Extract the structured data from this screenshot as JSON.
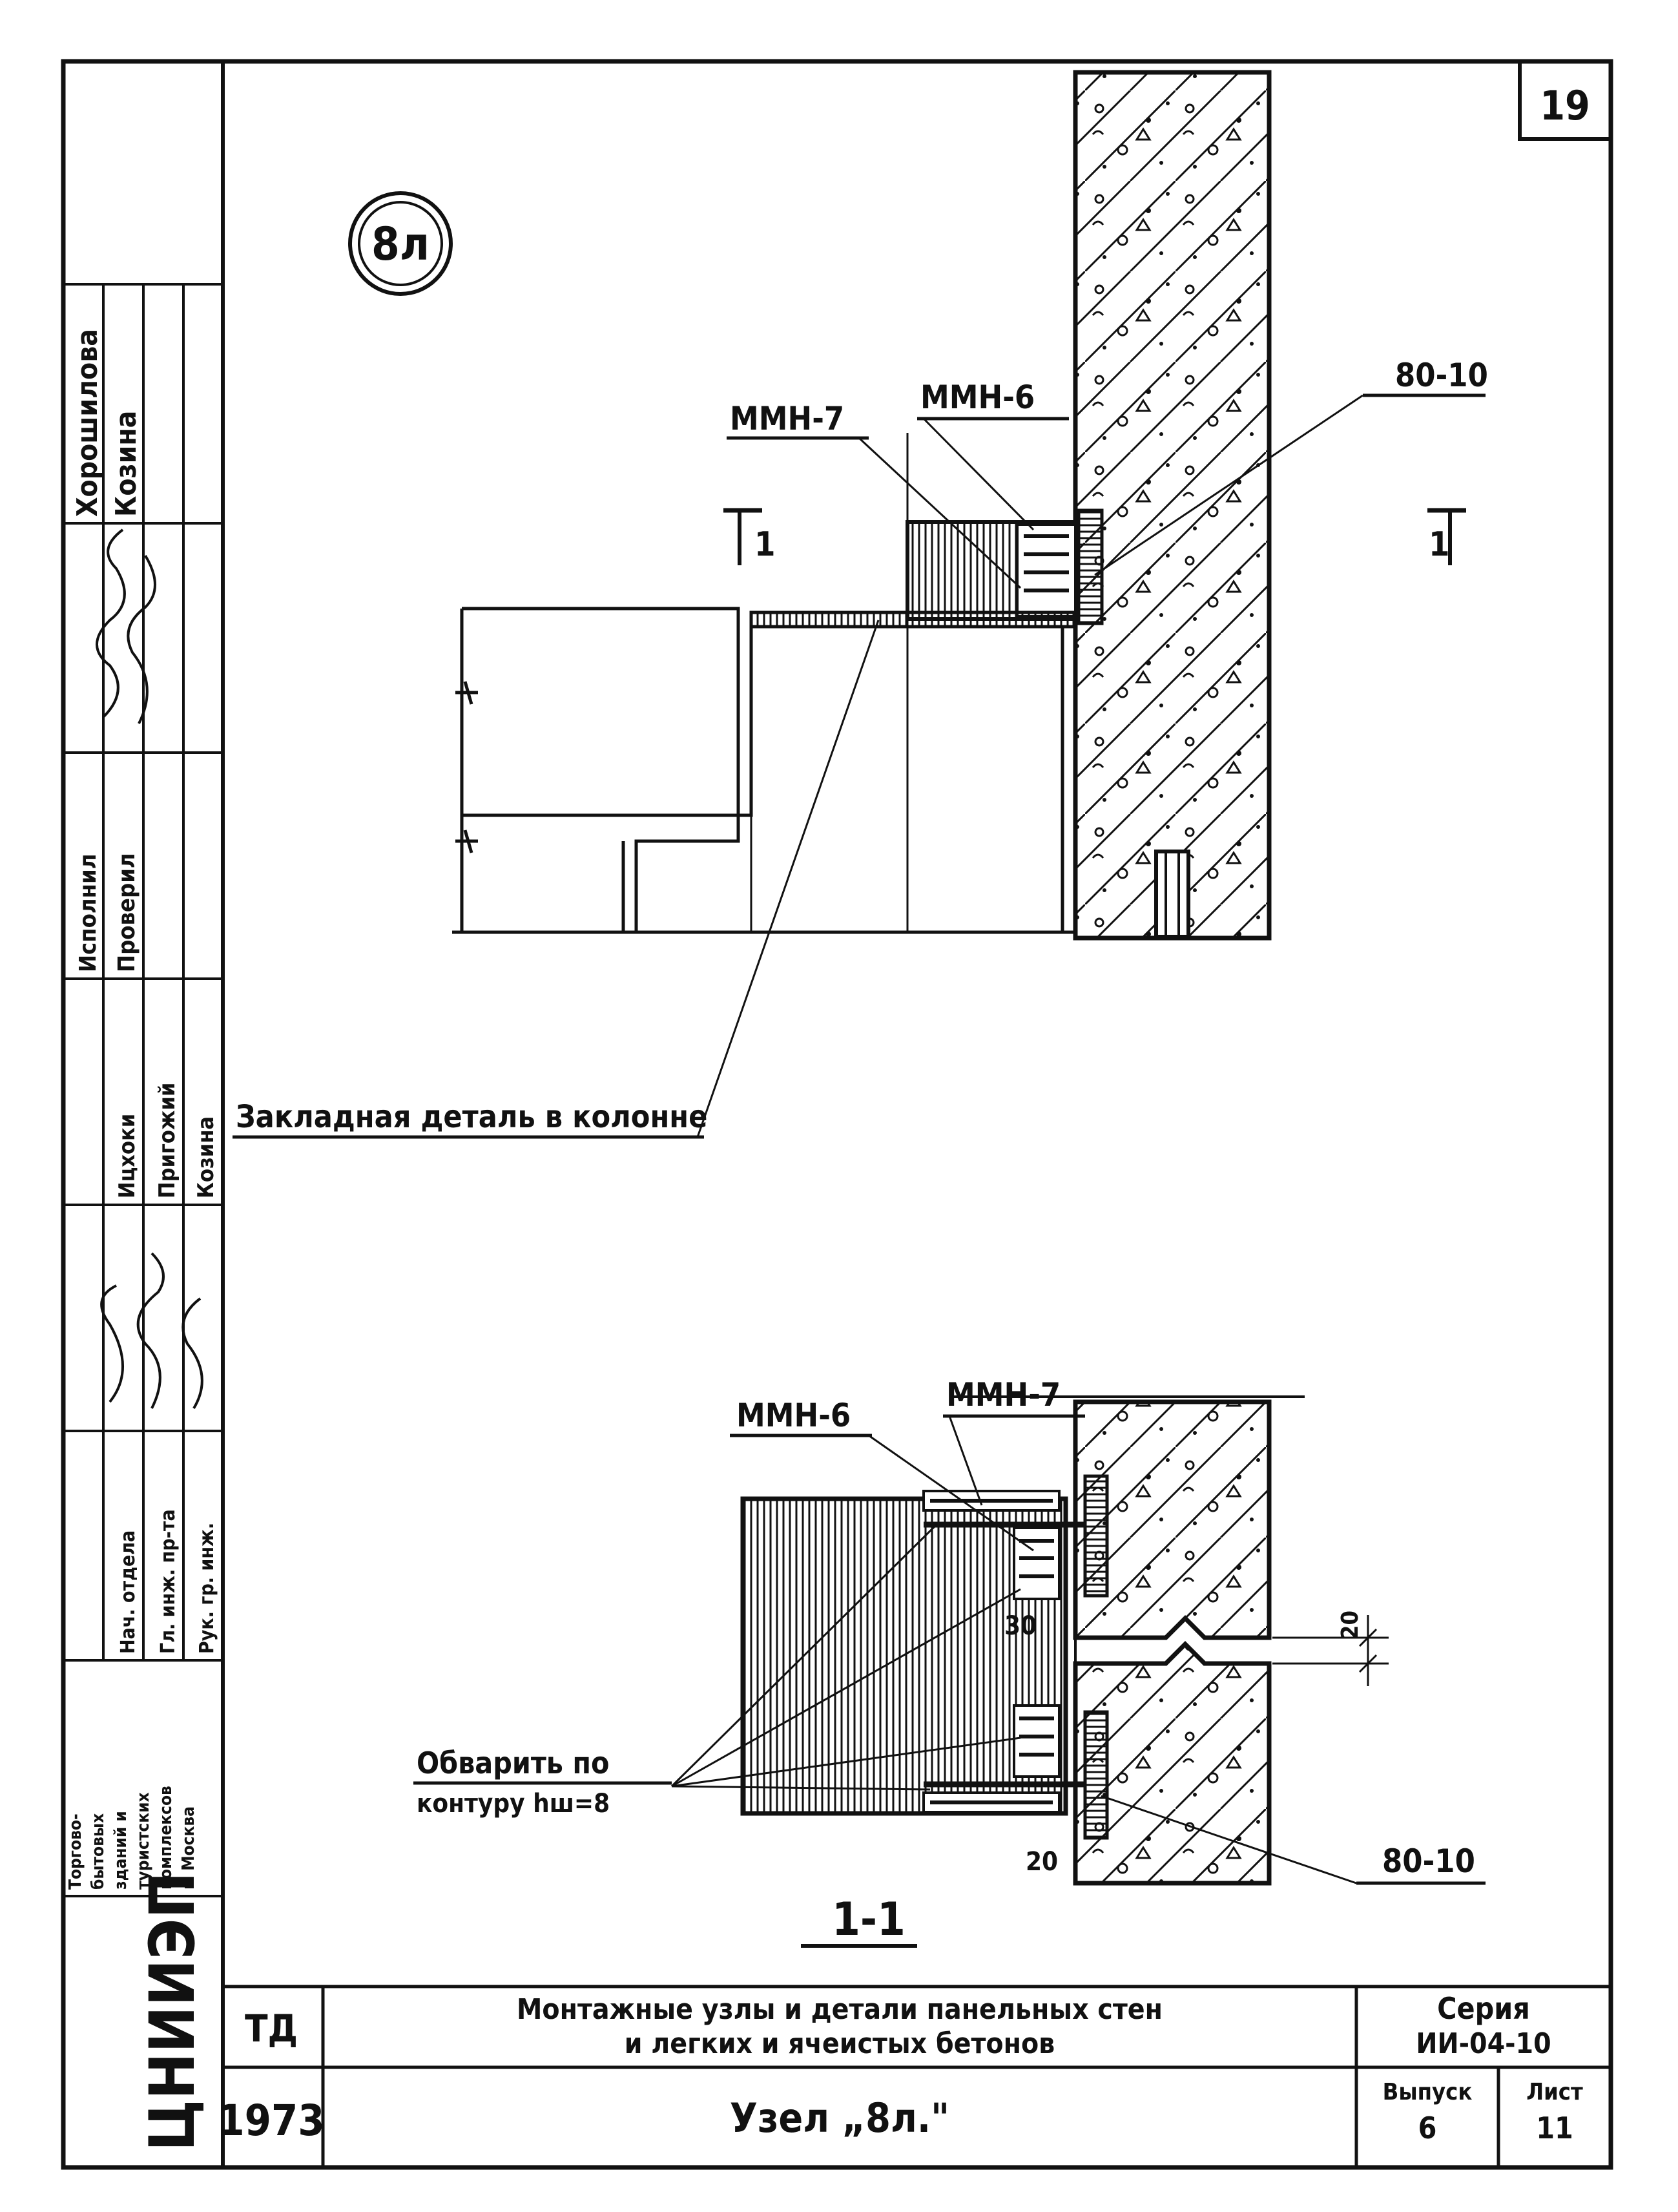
{
  "sheet_number": "19",
  "node_mark": "8л",
  "upper_view": {
    "section_mark_left": "1",
    "section_mark_right": "1",
    "labels": {
      "mmn7": "ММН-7",
      "mmn6": "ММН-6",
      "plate": "80-10",
      "embedded_part": "Закладная деталь в колонне"
    }
  },
  "section_view": {
    "title": "1-1",
    "labels": {
      "mmn6": "ММН-6",
      "mmn7": "ММН-7",
      "plate": "80-10",
      "weld_note_line1": "Обварить по",
      "weld_note_line2": "контуру hш=8",
      "dim_gap": "20",
      "dim_30": "30",
      "dim_20": "20"
    }
  },
  "side_stamp": {
    "people": [
      "Хорошилова",
      "Козина"
    ],
    "roles_1": [
      "Исполнил",
      "Проверил"
    ],
    "roles_2": [
      "Ицхоки",
      "Пригожий",
      "Козина"
    ],
    "roles_3": [
      "Нач. отдела",
      "Гл. инж. пр-та",
      "Рук. гр. инж."
    ],
    "org": [
      "Торгово-",
      "бытовых",
      "зданий и",
      "туристских",
      "комплексов",
      "г. Москва"
    ],
    "institute": "ЦНИИЭП"
  },
  "title_block": {
    "code": "ТД",
    "year": "1973",
    "title_line1": "Монтажные узлы и детали панельных стен",
    "title_line2": "и легких и ячеистых бетонов",
    "drawing_name": "Узел „8л.\"",
    "series_label": "Серия",
    "series_value": "ИИ-04-10",
    "issue_label": "Выпуск",
    "issue_value": "6",
    "sheet_label": "Лист",
    "sheet_value": "11"
  }
}
